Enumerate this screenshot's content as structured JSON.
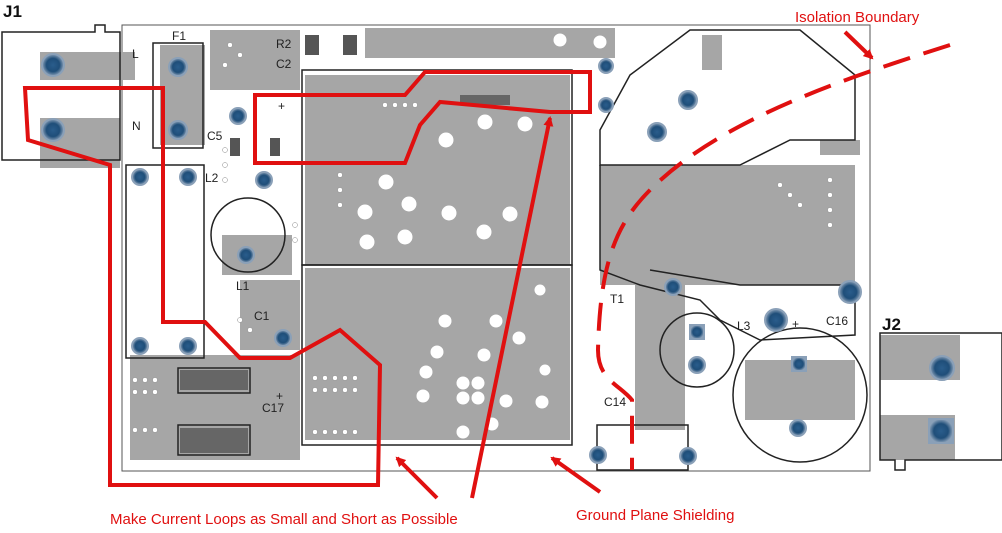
{
  "connectors": {
    "j1": "J1",
    "j2": "J2"
  },
  "components": {
    "f1": "F1",
    "l": "L",
    "n": "N",
    "r2": "R2",
    "c2": "C2",
    "c5": "C5",
    "l2": "L2",
    "l1": "L1",
    "c1": "C1",
    "c17": "C17",
    "t1": "T1",
    "l3": "L3",
    "c16": "C16",
    "c14": "C14"
  },
  "polarity": {
    "plus": "+"
  },
  "annotations": {
    "isolation_boundary": "Isolation Boundary",
    "current_loops": "Make Current Loops as Small and Short as Possible",
    "ground_plane": "Ground Plane Shielding"
  },
  "colors": {
    "annotation": "#e01010",
    "copper": "#a6a6a6",
    "pad": "#1f4e79",
    "silkscreen": "#222222"
  }
}
